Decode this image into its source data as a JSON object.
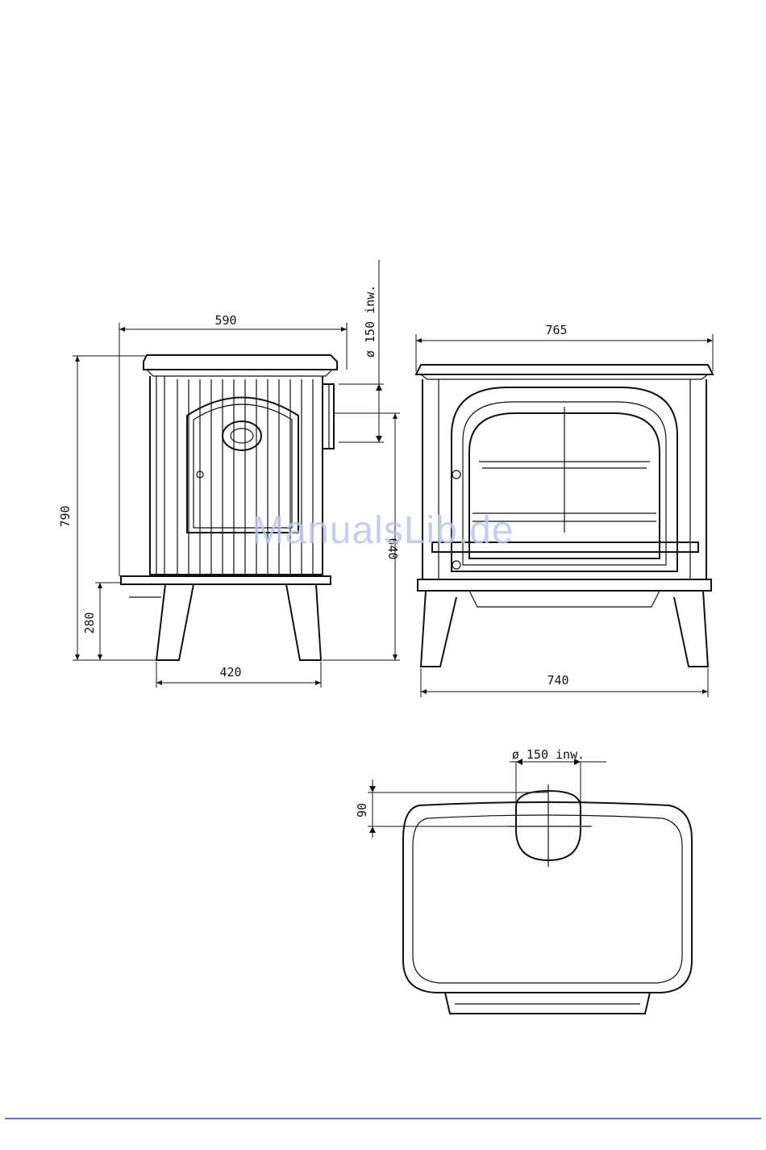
{
  "dimensions": {
    "side_width": "590",
    "side_height": "790",
    "leg_height": "280",
    "leg_span_side": "420",
    "flue_rear": "ø 150 inw.",
    "rear_outlet_height": "640",
    "front_width_top": "765",
    "front_width_bottom": "740",
    "flue_top": "ø 150 inw.",
    "flue_offset": "90"
  },
  "watermark": "ManualsLib.de",
  "colors": {
    "line": "#111111",
    "watermark": "#b8c8ec",
    "footer_rule": "#5b7bb8"
  }
}
